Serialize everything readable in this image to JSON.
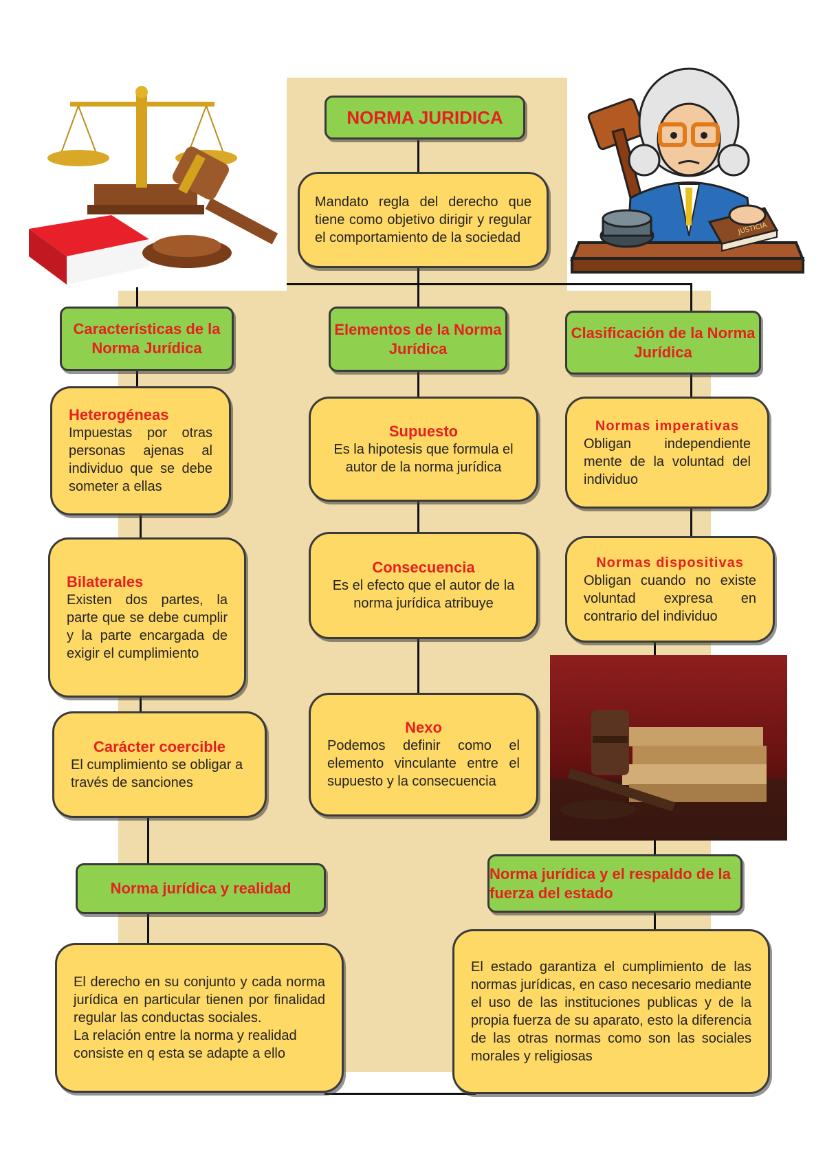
{
  "colors": {
    "accent_title": "#e4211e",
    "green_box": "#8fd14f",
    "yellow_box": "#ffd966",
    "background_panel": "#f0dcaa"
  },
  "root": {
    "title": "NORMA JURIDICA",
    "definition": "Mandato regla del derecho que tiene como objetivo dirigir y regular el comportamiento de la sociedad"
  },
  "caracteristicas": {
    "header": "Características de la Norma Jurídica",
    "items": [
      {
        "title": "Heterogéneas",
        "text": "Impuestas por otras personas ajenas al individuo que se debe someter a ellas"
      },
      {
        "title": "Bilaterales",
        "text": "Existen dos partes, la parte que se debe cumplir y la parte encargada de exigir el cumplimiento"
      },
      {
        "title": "Carácter coercible",
        "text": "El cumplimiento se obligar a través de sanciones"
      }
    ]
  },
  "elementos": {
    "header": "Elementos de la Norma Jurídica",
    "items": [
      {
        "title": "Supuesto",
        "text": "Es la hipotesis que formula el autor de la norma jurídica"
      },
      {
        "title": "Consecuencia",
        "text": "Es el efecto que el autor de la norma jurídica atribuye"
      },
      {
        "title": "Nexo",
        "text": "Podemos definir como el elemento vinculante entre el supuesto y la consecuencia"
      }
    ]
  },
  "clasificacion": {
    "header": "Clasificación de la Norma Jurídica",
    "items": [
      {
        "title": "Normas imperativas",
        "text": "Obligan independiente mente de la voluntad del individuo"
      },
      {
        "title": "Normas dispositivas",
        "text": "Obligan cuando no existe voluntad expresa en contrario del individuo"
      }
    ]
  },
  "realidad": {
    "header": "Norma jurídica y realidad",
    "text1": "El derecho en su conjunto y cada norma jurídica en particular tienen por finalidad regular las conductas sociales.",
    "text2": "La relación entre la norma y realidad consiste en q esta se adapte a ello"
  },
  "respaldo": {
    "header": "Norma jurídica y el respaldo de la fuerza del estado",
    "text": "El estado garantiza el cumplimiento de las normas jurídicas, en caso necesario mediante el uso de las instituciones publicas y de la propia fuerza de su aparato, esto la diferencia de las otras normas como son las sociales morales y religiosas"
  },
  "illustrations": {
    "top_left": "scales-gavel-book-icon",
    "top_right": "judge-cartoon-icon",
    "book_label": "JUSTICIA",
    "right_photo": "gavel-books-photo"
  }
}
